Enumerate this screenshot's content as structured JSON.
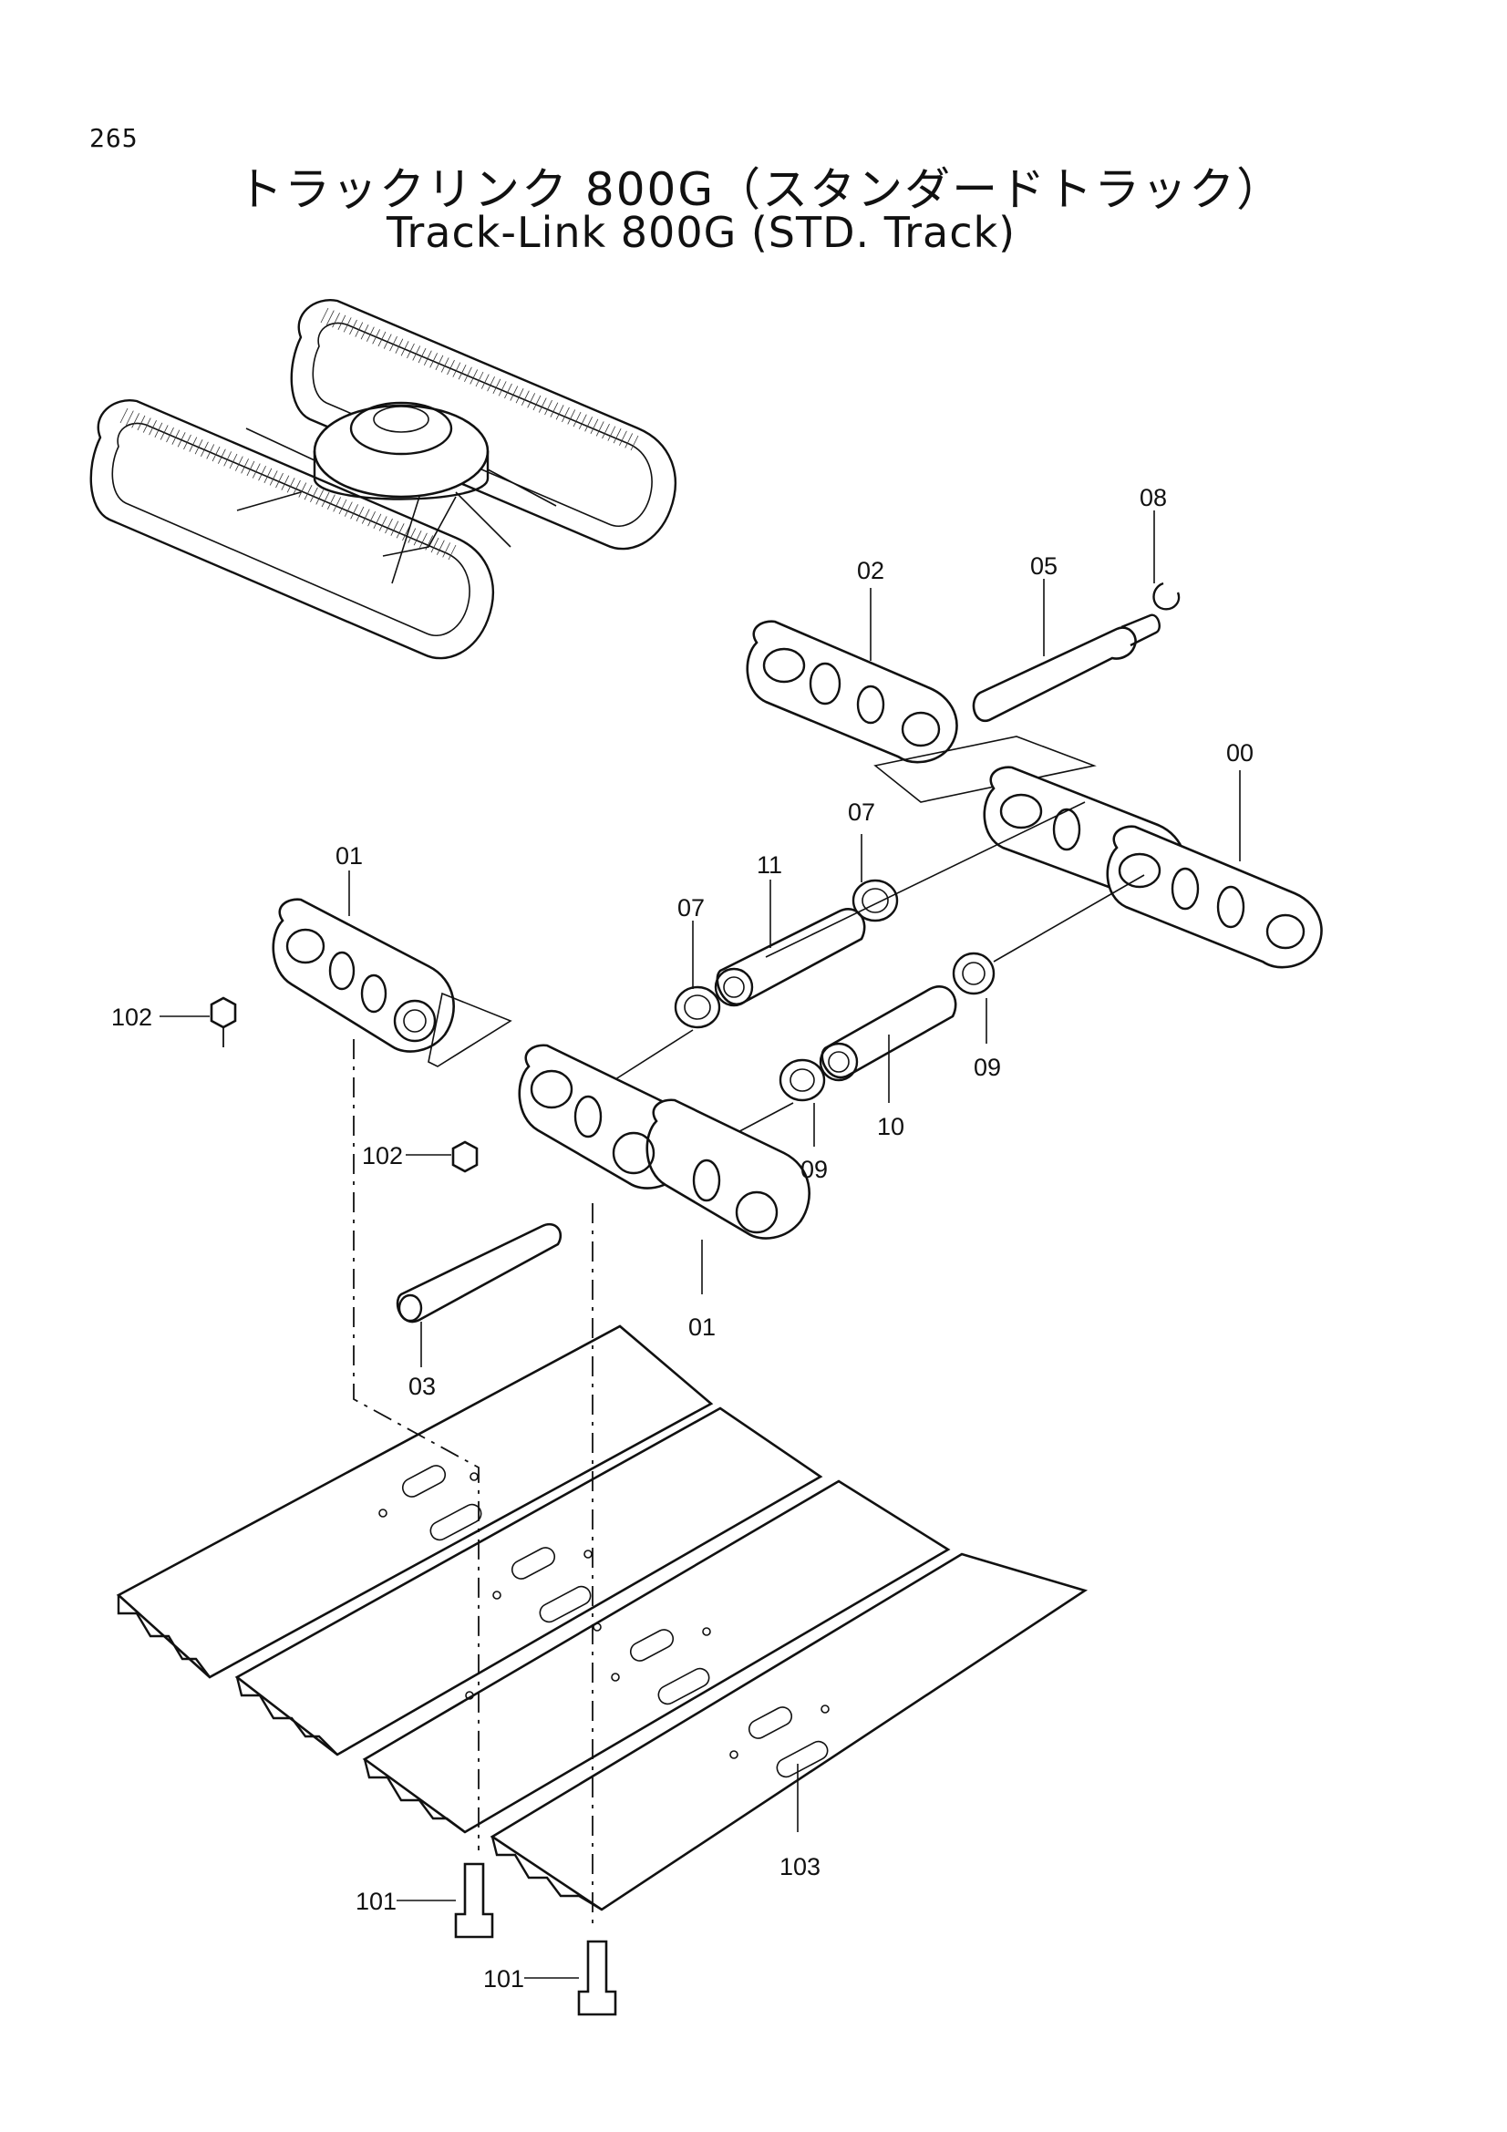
{
  "page": {
    "number": "265"
  },
  "title": {
    "japanese": "トラックリンク 800G（スタンダードトラック）",
    "english": "Track-Link 800G (STD. Track)"
  },
  "callouts": [
    {
      "id": "c-08",
      "label": "08"
    },
    {
      "id": "c-02",
      "label": "02"
    },
    {
      "id": "c-05",
      "label": "05"
    },
    {
      "id": "c-00",
      "label": "00"
    },
    {
      "id": "c-01a",
      "label": "01"
    },
    {
      "id": "c-07a",
      "label": "07"
    },
    {
      "id": "c-11",
      "label": "11"
    },
    {
      "id": "c-07b",
      "label": "07"
    },
    {
      "id": "c-102a",
      "label": "102"
    },
    {
      "id": "c-09a",
      "label": "09"
    },
    {
      "id": "c-10",
      "label": "10"
    },
    {
      "id": "c-09b",
      "label": "09"
    },
    {
      "id": "c-102b",
      "label": "102"
    },
    {
      "id": "c-01b",
      "label": "01"
    },
    {
      "id": "c-03",
      "label": "03"
    },
    {
      "id": "c-103",
      "label": "103"
    },
    {
      "id": "c-101a",
      "label": "101"
    },
    {
      "id": "c-101b",
      "label": "101"
    }
  ]
}
